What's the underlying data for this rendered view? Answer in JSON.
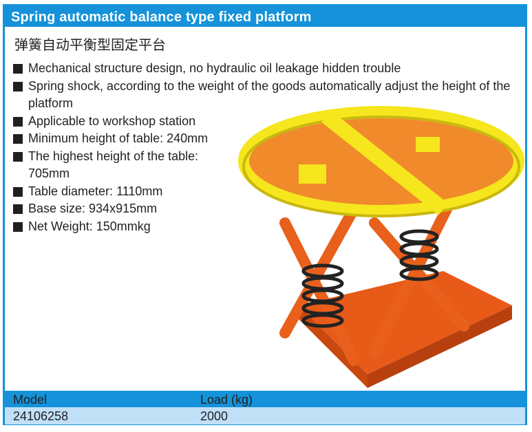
{
  "title": "Spring automatic balance type fixed platform",
  "subtitle_cn": "弹簧自动平衡型固定平台",
  "features": [
    "Mechanical structure design, no hydraulic oil leakage hidden trouble",
    "Spring shock, according to the weight of the goods automatically adjust the height of the platform",
    "Applicable to workshop station",
    "Minimum height of table: 240mm",
    "The highest height of the table: 705mm",
    "Table diameter: 1110mm",
    "Base size: 934x915mm",
    "Net Weight: 150mmkg"
  ],
  "table": {
    "headers": [
      "Model",
      "Load (kg)"
    ],
    "rows": [
      [
        "24106258",
        "2000"
      ]
    ]
  },
  "colors": {
    "brand_blue": "#1592d9",
    "row_light": "#bfe0f7",
    "platform_orange": "#f0641e",
    "platform_yellow": "#f5e61e"
  }
}
